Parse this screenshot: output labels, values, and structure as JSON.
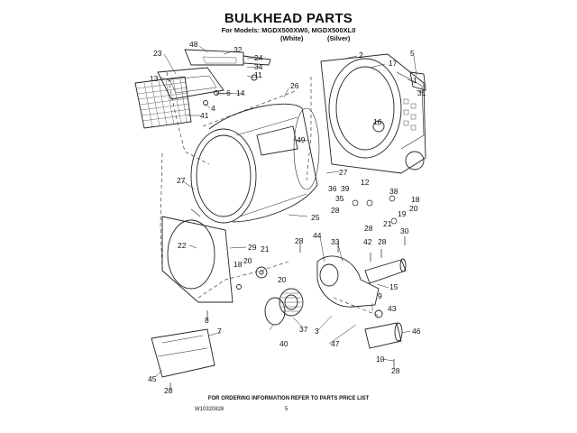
{
  "header": {
    "title": "BULKHEAD PARTS",
    "models_line": "For Models: MGDX500XW0, MGDX500XL0",
    "color_white": "(White)",
    "color_silver": "(Silver)"
  },
  "footer": {
    "ordering_note": "FOR ORDERING INFORMATION REFER TO PARTS PRICE LIST",
    "document_number": "W10320828",
    "page_number": "5"
  },
  "callouts": [
    {
      "id": "c48",
      "text": "48"
    },
    {
      "id": "c32",
      "text": "32"
    },
    {
      "id": "c23",
      "text": "23"
    },
    {
      "id": "c24",
      "text": "24"
    },
    {
      "id": "c34",
      "text": "34"
    },
    {
      "id": "c11",
      "text": "11"
    },
    {
      "id": "c13",
      "text": "13"
    },
    {
      "id": "c14",
      "text": "14"
    },
    {
      "id": "c6",
      "text": "6"
    },
    {
      "id": "c4",
      "text": "4"
    },
    {
      "id": "c41",
      "text": "41"
    },
    {
      "id": "c26",
      "text": "26"
    },
    {
      "id": "c2",
      "text": "2"
    },
    {
      "id": "c17",
      "text": "17"
    },
    {
      "id": "c5",
      "text": "5"
    },
    {
      "id": "c1",
      "text": "1"
    },
    {
      "id": "c31",
      "text": "31"
    },
    {
      "id": "c16",
      "text": "16"
    },
    {
      "id": "c49",
      "text": "49"
    },
    {
      "id": "c27a",
      "text": "27"
    },
    {
      "id": "c27b",
      "text": "27"
    },
    {
      "id": "c36",
      "text": "36"
    },
    {
      "id": "c39",
      "text": "39"
    },
    {
      "id": "c12",
      "text": "12"
    },
    {
      "id": "c35",
      "text": "35"
    },
    {
      "id": "c38",
      "text": "38"
    },
    {
      "id": "c18a",
      "text": "18"
    },
    {
      "id": "c20a",
      "text": "20"
    },
    {
      "id": "c19",
      "text": "19"
    },
    {
      "id": "c28a",
      "text": "28"
    },
    {
      "id": "c21a",
      "text": "21"
    },
    {
      "id": "c25",
      "text": "25"
    },
    {
      "id": "c22",
      "text": "22"
    },
    {
      "id": "c29",
      "text": "29"
    },
    {
      "id": "c28b",
      "text": "28"
    },
    {
      "id": "c44",
      "text": "44"
    },
    {
      "id": "c33",
      "text": "33"
    },
    {
      "id": "c28c",
      "text": "28"
    },
    {
      "id": "c30",
      "text": "30"
    },
    {
      "id": "c42",
      "text": "42"
    },
    {
      "id": "c28d",
      "text": "28"
    },
    {
      "id": "c18b",
      "text": "18"
    },
    {
      "id": "c20b",
      "text": "20"
    },
    {
      "id": "c21b",
      "text": "21"
    },
    {
      "id": "c15",
      "text": "15"
    },
    {
      "id": "c20c",
      "text": "20"
    },
    {
      "id": "c9",
      "text": "9"
    },
    {
      "id": "c8",
      "text": "8"
    },
    {
      "id": "c43",
      "text": "43"
    },
    {
      "id": "c37",
      "text": "37"
    },
    {
      "id": "c40",
      "text": "40"
    },
    {
      "id": "c7",
      "text": "7"
    },
    {
      "id": "c3",
      "text": "3"
    },
    {
      "id": "c47",
      "text": "47"
    },
    {
      "id": "c46",
      "text": "46"
    },
    {
      "id": "c10",
      "text": "10"
    },
    {
      "id": "c28e",
      "text": "28"
    },
    {
      "id": "c45",
      "text": "45"
    },
    {
      "id": "c28f",
      "text": "28"
    }
  ]
}
